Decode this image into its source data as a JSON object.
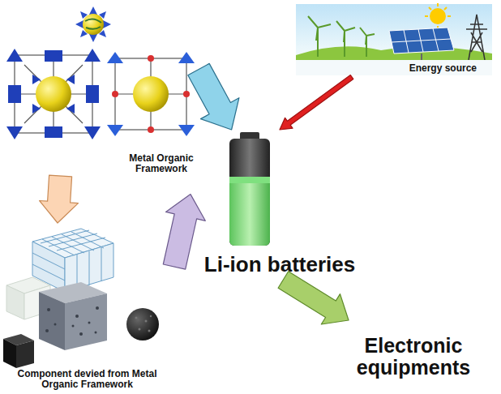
{
  "diagram": {
    "nodes": [
      {
        "text": [
          "Metal Organic Framework"
        ]
      },
      {
        "text": [
          "Energy source"
        ]
      },
      {
        "text": [
          "Li-ion batteries"
        ]
      },
      {
        "text": [
          "Component devied from Metal Organic Framework"
        ]
      },
      {
        "text": [
          "Electronic equipments"
        ]
      }
    ],
    "edges": [
      {
        "from": 0,
        "to": 2,
        "arrow": "to"
      },
      {
        "from": 0,
        "to": 3,
        "arrow": "to"
      },
      {
        "from": 3,
        "to": 2,
        "arrow": "to"
      },
      {
        "from": 1,
        "to": 2,
        "arrow": "to"
      },
      {
        "from": 2,
        "to": 4,
        "arrow": "to"
      }
    ]
  }
}
